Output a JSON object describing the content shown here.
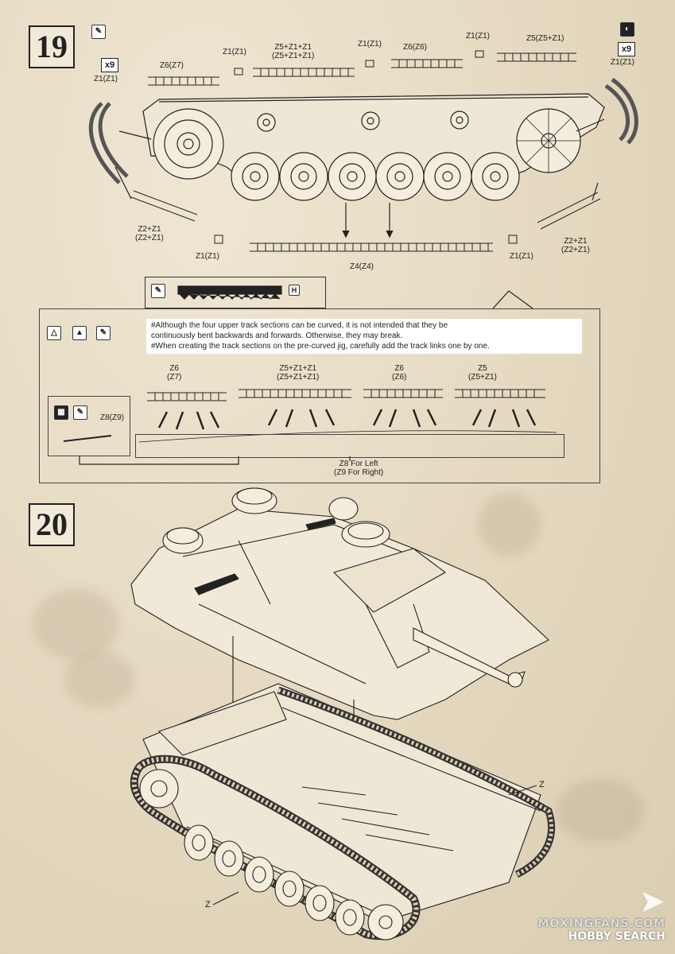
{
  "step19": {
    "number": "19",
    "qty_left": "x9",
    "qty_right": "x9",
    "track_labels": {
      "z6_z7": "Z6(Z7)",
      "z1_a": "Z1(Z1)",
      "z5z1z1": "Z5+Z1+Z1\n(Z5+Z1+Z1)",
      "z1_b": "Z1(Z1)",
      "z6_z6": "Z6(Z6)",
      "z1_c": "Z1(Z1)",
      "z5_z5z1": "Z5(Z5+Z1)",
      "z1_left": "Z1(Z1)",
      "z1_right": "Z1(Z1)",
      "z2z1_left": "Z2+Z1\n(Z2+Z1)",
      "z1_bottom_left": "Z1(Z1)",
      "z4": "Z4(Z4)",
      "z1_bottom_right": "Z1(Z1)",
      "z2z1_right": "Z2+Z1\n(Z2+Z1)"
    },
    "part_tag": "H",
    "notes": [
      "#Although the four upper track sections can be curved, it is not intended that they be",
      "  continuously bent backwards and forwards. Otherwise, they may break.",
      "#When creating the track sections on the pre-curved jig, carefully add the track links one by one."
    ],
    "jig_labels": {
      "z6_z7": "Z6\n(Z7)",
      "z5z1z1": "Z5+Z1+Z1\n(Z5+Z1+Z1)",
      "z6_z6": "Z6\n(Z6)",
      "z5_z5z1": "Z5\n(Z5+Z1)",
      "z8_z9": "Z8(Z9)",
      "jig": "Z8 For Left\n(Z9 For Right)"
    }
  },
  "step20": {
    "number": "20",
    "label_right": "Z",
    "label_left": "Z"
  },
  "watermark": {
    "site": "MOXINGFANS.COM",
    "brand": "HOBBY SEARCH"
  },
  "colors": {
    "paper": "#e4d8bf",
    "ink": "#222222"
  }
}
